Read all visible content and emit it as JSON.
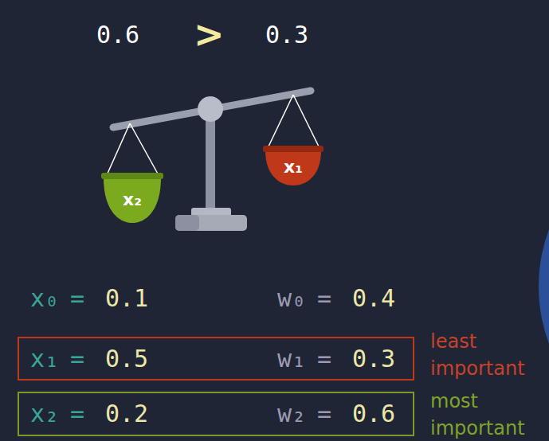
{
  "diagram": {
    "nodes": [
      {
        "text": [
          "x₂"
        ]
      },
      {
        "text": [
          "x₁"
        ]
      },
      {
        "text": [
          "x₁",
          "=",
          "0.5",
          "w₁",
          "=",
          "0.3"
        ]
      },
      {
        "text": [
          "x₂",
          "=",
          "0.2",
          "w₂",
          "=",
          "0.6"
        ]
      }
    ],
    "labels": [
      "0.6",
      ">",
      "0.3",
      "x₀",
      "=",
      "0.1",
      "w₀",
      "=",
      "0.4",
      "least important",
      "most important"
    ]
  }
}
